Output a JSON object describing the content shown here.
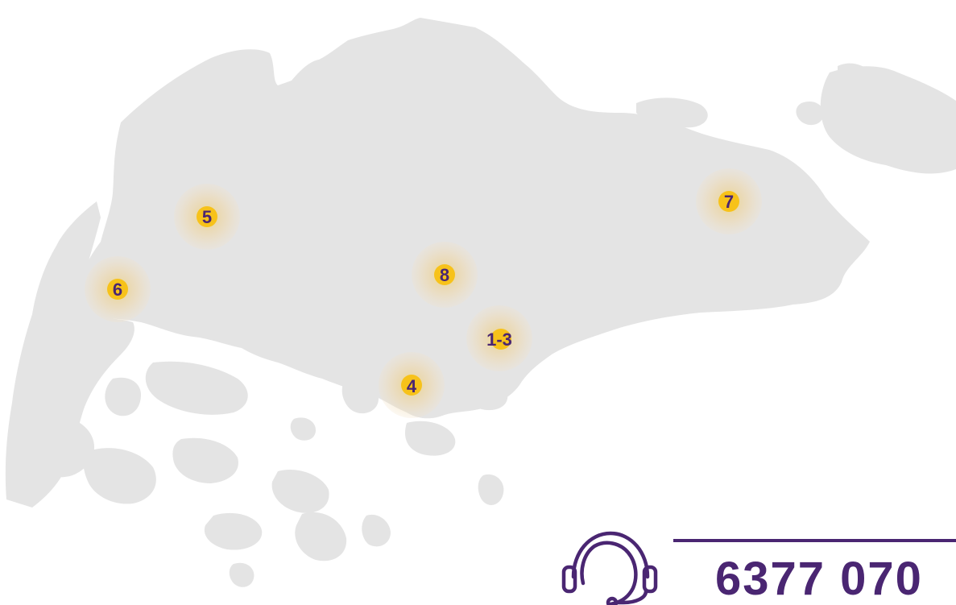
{
  "map": {
    "land_color": "#e4e4e4",
    "marker_color": "#f7c21a",
    "label_color": "#4a2672",
    "markers": [
      {
        "id": "marker-1-3",
        "label": "1-3"
      },
      {
        "id": "marker-4",
        "label": "4"
      },
      {
        "id": "marker-5",
        "label": "5"
      },
      {
        "id": "marker-6",
        "label": "6"
      },
      {
        "id": "marker-7",
        "label": "7"
      },
      {
        "id": "marker-8",
        "label": "8"
      }
    ]
  },
  "contact": {
    "icon": "headset-icon",
    "phone": "6377 070",
    "accent_color": "#4a2672"
  }
}
